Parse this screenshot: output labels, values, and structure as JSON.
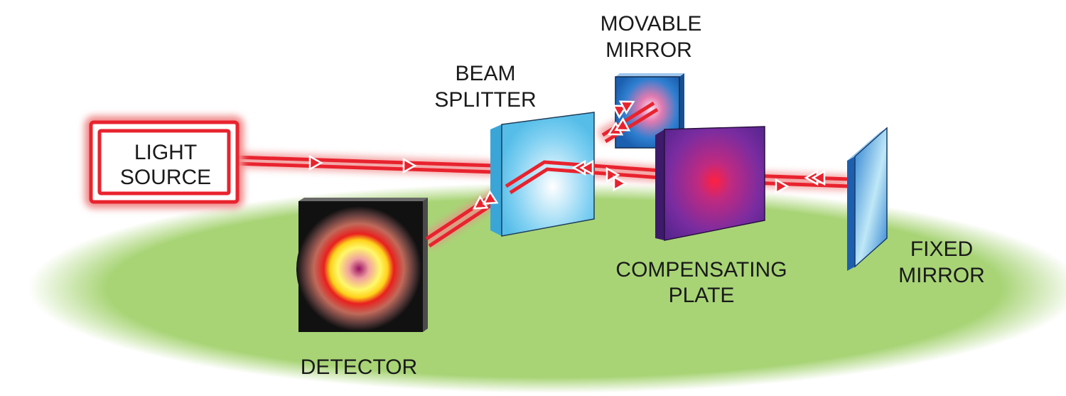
{
  "labels": {
    "light_source": [
      "LIGHT",
      "SOURCE"
    ],
    "beam_splitter": [
      "BEAM",
      "SPLITTER"
    ],
    "movable_mirror": [
      "MOVABLE",
      "MIRROR"
    ],
    "compensating_plate": [
      "COMPENSATING",
      "PLATE"
    ],
    "fixed_mirror": [
      "FIXED",
      "MIRROR"
    ],
    "detector": [
      "DETECTOR"
    ]
  },
  "colors": {
    "table": "#a8d476",
    "beam": "#e8232e",
    "beam_glow": "#f08a8a",
    "beam_splitter": "#6cc9ef",
    "movable_mirror": "#2a7fd0",
    "compensating_plate": "#6a2fa0",
    "fixed_mirror": "#2a86d6",
    "detector": "#111111"
  }
}
